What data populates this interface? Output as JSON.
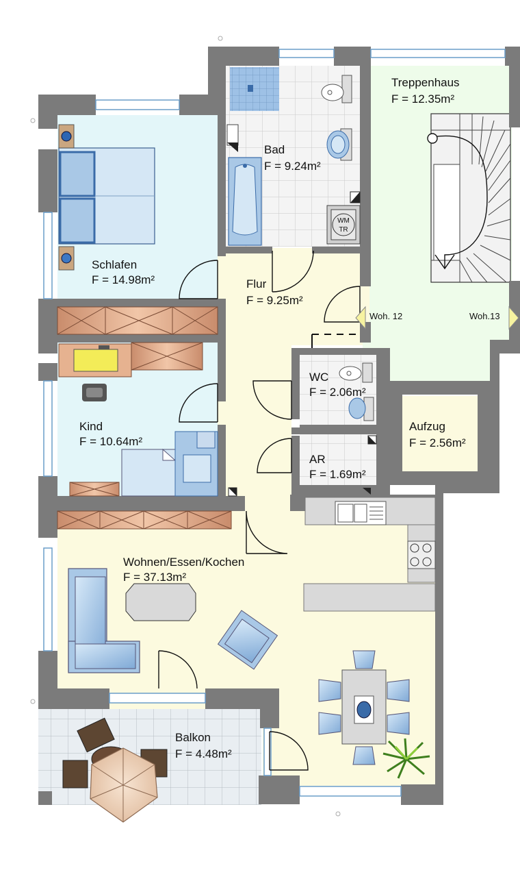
{
  "rooms": {
    "treppenhaus": {
      "name": "Treppenhaus",
      "area": "F = 12.35m²"
    },
    "bad": {
      "name": "Bad",
      "area": "F = 9.24m²"
    },
    "schlafen": {
      "name": "Schlafen",
      "area": "F = 14.98m²"
    },
    "flur": {
      "name": "Flur",
      "area": "F = 9.25m²"
    },
    "wc": {
      "name": "WC",
      "area": "F = 2.06m²"
    },
    "kind": {
      "name": "Kind",
      "area": "F = 10.64m²"
    },
    "aufzug": {
      "name": "Aufzug",
      "area": "F = 2.56m²"
    },
    "ar": {
      "name": "AR",
      "area": "F = 1.69m²"
    },
    "wohnen": {
      "name": "Wohnen/Essen/Kochen",
      "area": "F = 37.13m²"
    },
    "balkon": {
      "name": "Balkon",
      "area": "F = 4.48m²"
    }
  },
  "units": {
    "left": "Woh. 12",
    "right": "Woh.13"
  },
  "fixtures": {
    "washer_top": "WM",
    "washer_bottom": "TR"
  },
  "colors": {
    "wall": "#7b7b7b",
    "bedroom_floor": "#e3f6f9",
    "hall_floor": "#fcfadf",
    "stair_floor": "#eefcea",
    "wardrobe": "#e8b08f",
    "furniture_blue": "#a9c8e6",
    "window": "#9ec8ea"
  }
}
